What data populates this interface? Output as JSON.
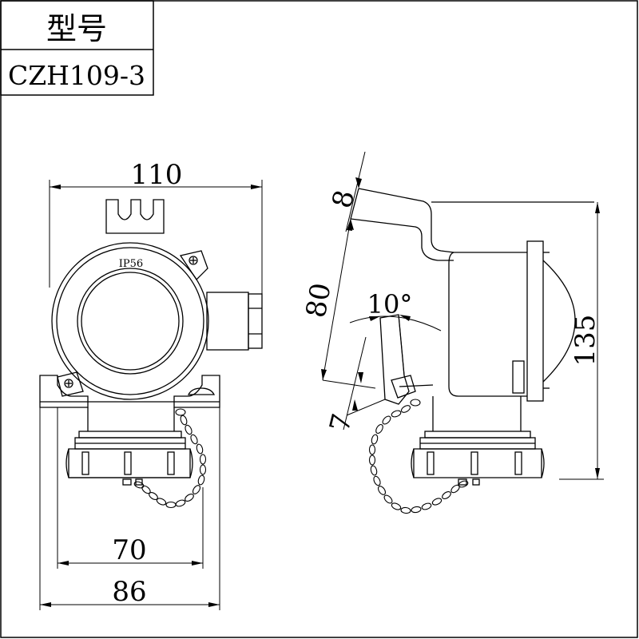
{
  "title_block": {
    "model_label": "型号",
    "model_value": "CZH109-3"
  },
  "front_view": {
    "dimensions": {
      "overall_width": "110",
      "inner_width": "70",
      "base_width": "86"
    },
    "marking": "IP56"
  },
  "side_view": {
    "dimensions": {
      "top_offset": "8",
      "slant_length": "80",
      "tilt_angle": "10°",
      "lip_offset": "7",
      "overall_height": "135"
    }
  }
}
